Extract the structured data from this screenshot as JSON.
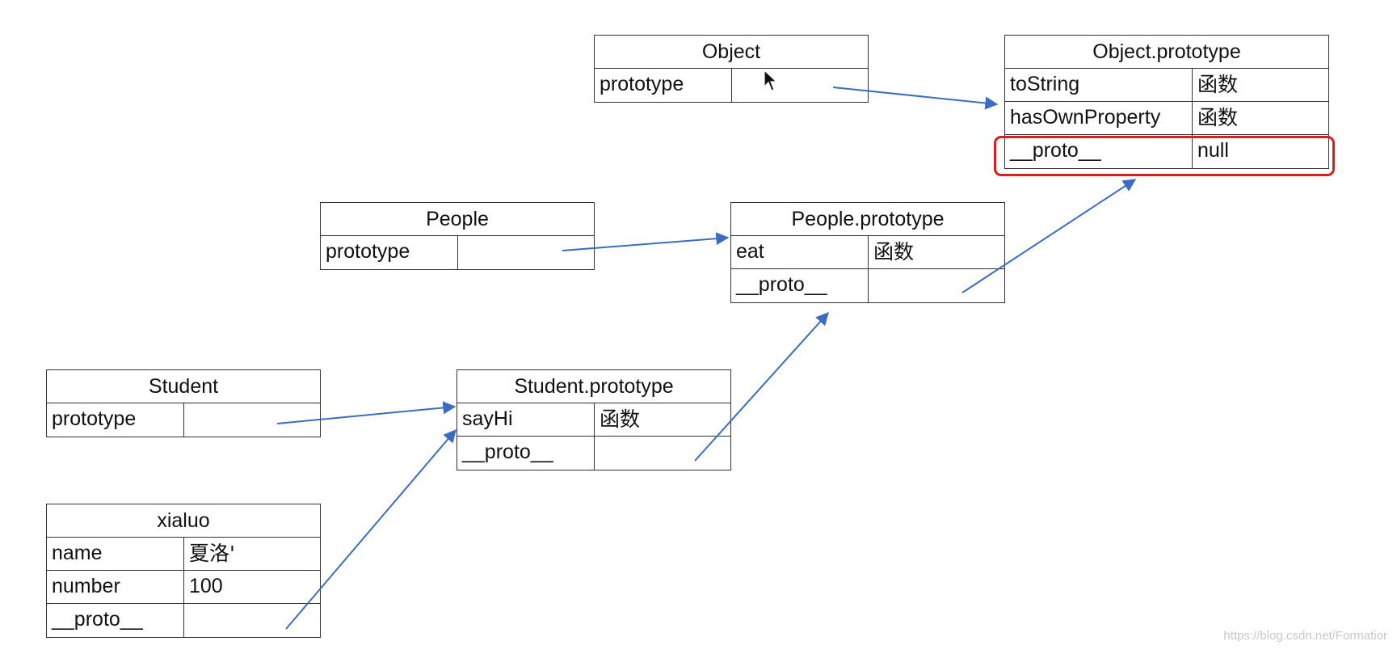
{
  "tables": {
    "object": {
      "header": "Object",
      "rows": [
        {
          "key": "prototype",
          "value": ""
        }
      ]
    },
    "object_prototype": {
      "header": "Object.prototype",
      "rows": [
        {
          "key": "toString",
          "value": "函数"
        },
        {
          "key": "hasOwnProperty",
          "value": "函数"
        },
        {
          "key": "__proto__",
          "value": "null"
        }
      ]
    },
    "people": {
      "header": "People",
      "rows": [
        {
          "key": "prototype",
          "value": ""
        }
      ]
    },
    "people_prototype": {
      "header": "People.prototype",
      "rows": [
        {
          "key": "eat",
          "value": "函数"
        },
        {
          "key": "__proto__",
          "value": ""
        }
      ]
    },
    "student": {
      "header": "Student",
      "rows": [
        {
          "key": "prototype",
          "value": ""
        }
      ]
    },
    "student_prototype": {
      "header": "Student.prototype",
      "rows": [
        {
          "key": "sayHi",
          "value": "函数"
        },
        {
          "key": "__proto__",
          "value": ""
        }
      ]
    },
    "xialuo": {
      "header": "xialuo",
      "rows": [
        {
          "key": "name",
          "value": "夏洛'"
        },
        {
          "key": "number",
          "value": "100"
        },
        {
          "key": "__proto__",
          "value": ""
        }
      ]
    }
  },
  "watermark": "https://blog.csdn.net/Formatior",
  "colors": {
    "arrow": "#3a6cc4",
    "highlight": "#d81e1e",
    "border": "#333333"
  },
  "icons": {
    "cursor": "mouse-pointer-icon"
  }
}
